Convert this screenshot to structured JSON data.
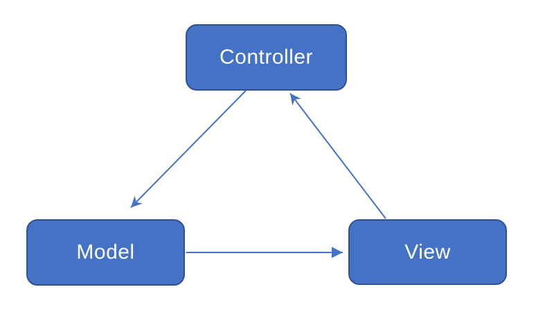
{
  "diagram": {
    "type": "flow-diagram",
    "nodes": {
      "controller": {
        "label": "Controller"
      },
      "model": {
        "label": "Model"
      },
      "view": {
        "label": "View"
      }
    },
    "edges": [
      {
        "from": "controller",
        "to": "model",
        "arrowhead": "open"
      },
      {
        "from": "model",
        "to": "view",
        "arrowhead": "solid"
      },
      {
        "from": "view",
        "to": "controller",
        "arrowhead": "open"
      }
    ],
    "colors": {
      "node_fill": "#4472C4",
      "node_border": "#2F528F",
      "arrow": "#4472C4",
      "label_text": "#FFFFFF",
      "background": "#FFFFFF"
    }
  }
}
